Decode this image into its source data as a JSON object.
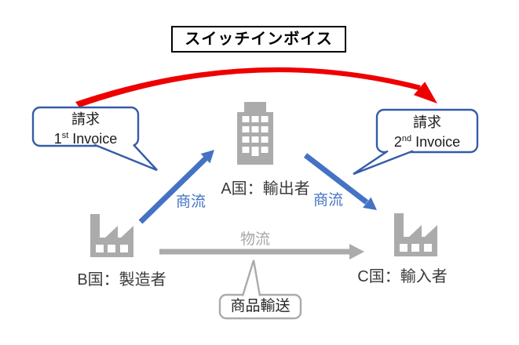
{
  "title": "スイッチインボイス",
  "bubbles": {
    "left": {
      "line1": "請求",
      "num": "1",
      "ord": "st",
      "word": "Invoice"
    },
    "right": {
      "line1": "請求",
      "num": "2",
      "ord": "nd",
      "word": "Invoice"
    }
  },
  "nodes": {
    "exporter": "A国：輸出者",
    "manufacturer": "B国：製造者",
    "importer": "C国：輸入者"
  },
  "flows": {
    "commerce_left": "商流",
    "commerce_right": "商流",
    "logistics": "物流",
    "transport": "商品輸送"
  },
  "colors": {
    "switch_arrow_red": "#ee0000",
    "commerce_blue": "#4472c4",
    "bubble_border_blue": "#355ca8",
    "icon_gray": "#ababab",
    "logistics_gray_text": "#a6a6a6"
  }
}
